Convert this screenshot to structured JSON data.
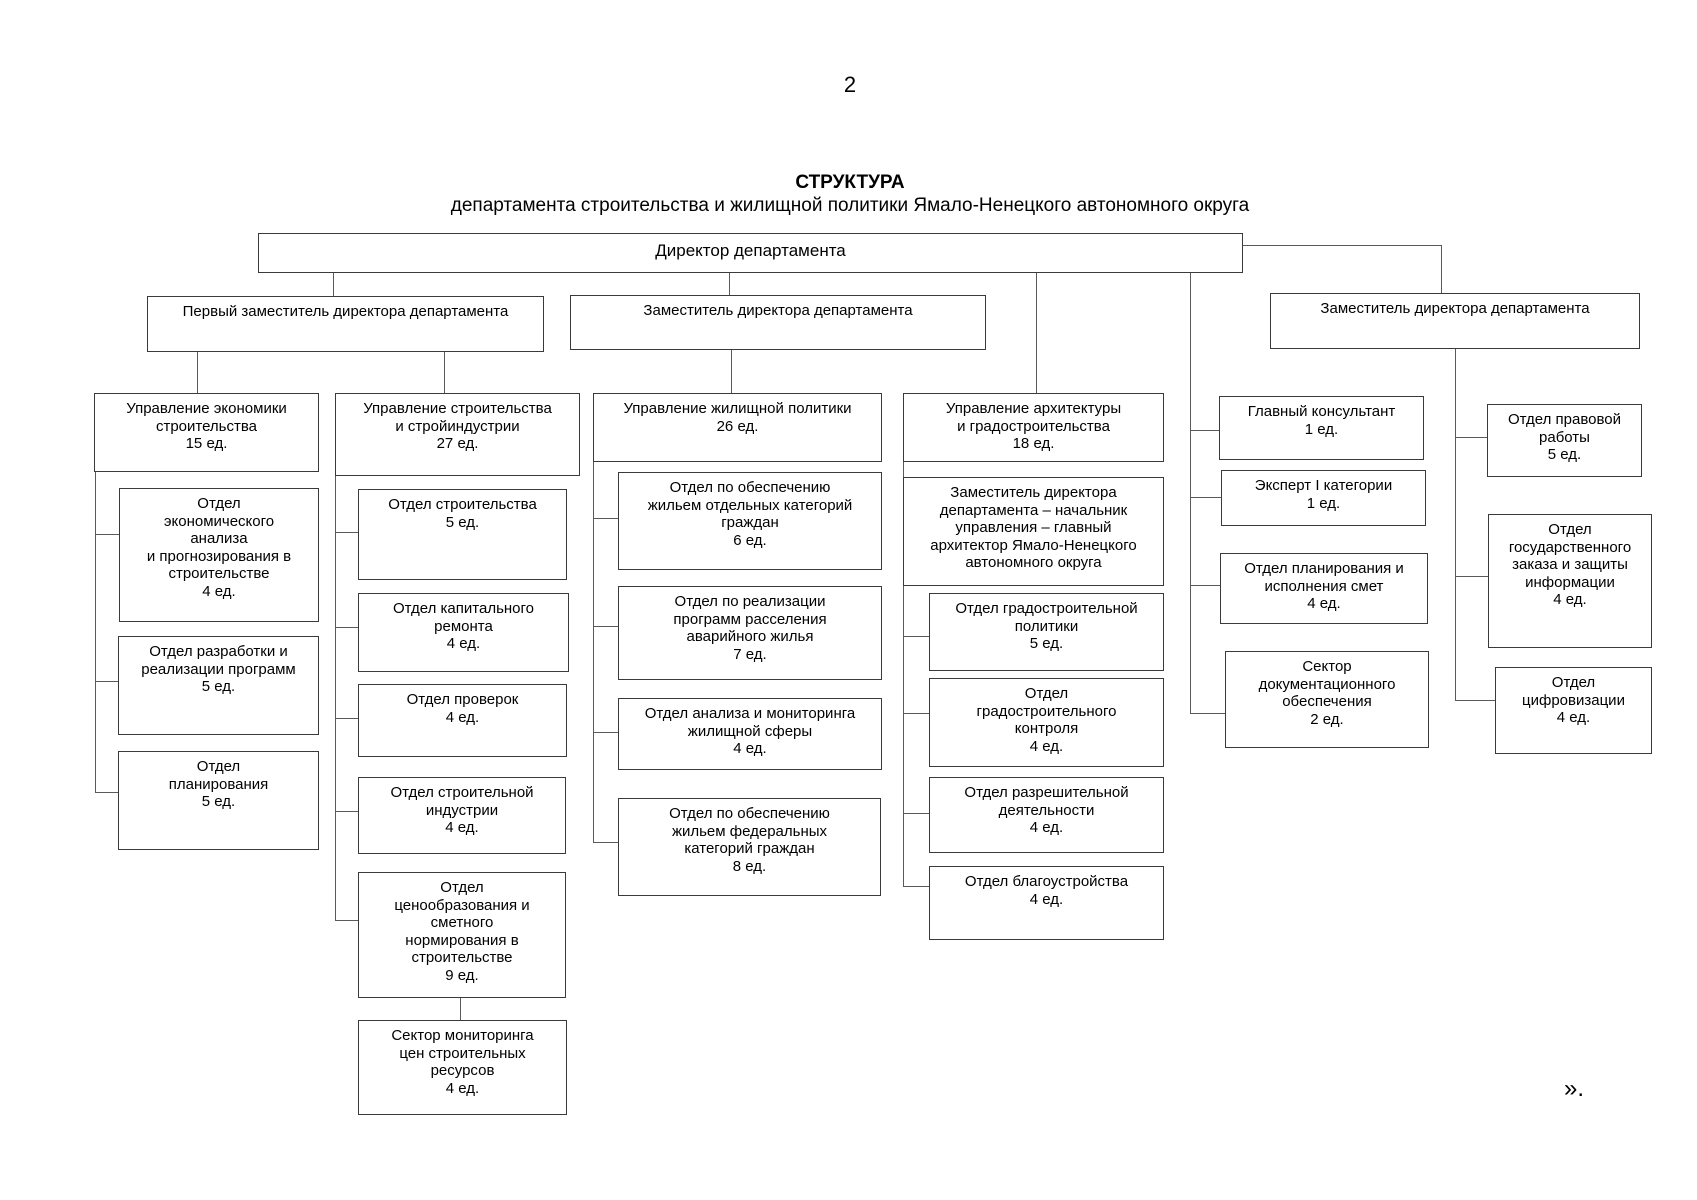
{
  "page_number": "2",
  "title": "СТРУКТУРА",
  "subtitle": "департамента строительства и жилищной политики Ямало-Ненецкого автономного округа",
  "closing_mark": "».",
  "nodes": {
    "director": "Директор департамента",
    "first_deputy": "Первый заместитель директора департамента",
    "deputy_housing": "Заместитель директора департамента",
    "deputy_right": "Заместитель директора департамента",
    "col1": {
      "head": "Управление экономики\nстроительства\n15 ед.",
      "items": [
        "Отдел\nэкономического\nанализа\nи прогнозирования в\nстроительстве\n4 ед.",
        "Отдел разработки и\nреализации программ\n5 ед.",
        "Отдел\nпланирования\n5 ед."
      ]
    },
    "col2": {
      "head": "Управление строительства\nи стройиндустрии\n27 ед.",
      "items": [
        "Отдел строительства\n5 ед.",
        "Отдел капитального\nремонта\n4 ед.",
        "Отдел проверок\n4 ед.",
        "Отдел строительной\nиндустрии\n4 ед.",
        "Отдел\nценообразования и\nсметного\nнормирования в\nстроительстве\n9 ед.",
        "Сектор мониторинга\nцен строительных\nресурсов\n4 ед."
      ]
    },
    "col3": {
      "head": "Управление жилищной политики\n26 ед.",
      "items": [
        "Отдел по обеспечению\nжильем отдельных категорий\nграждан\n6 ед.",
        "Отдел по реализации\nпрограмм расселения\nаварийного жилья\n7 ед.",
        "Отдел анализа и мониторинга\nжилищной сферы\n4 ед.",
        "Отдел по обеспечению\nжильем федеральных\nкатегорий граждан\n8 ед."
      ]
    },
    "col4": {
      "head": "Управление архитектуры\nи градостроительства\n18 ед.",
      "sub_head": "Заместитель директора\nдепартамента – начальник\nуправления – главный\nархитектор Ямало-Ненецкого\nавтономного округа",
      "items": [
        "Отдел градостроительной\nполитики\n5 ед.",
        "Отдел\nградостроительного\nконтроля\n4 ед.",
        "Отдел разрешительной\nдеятельности\n4 ед.",
        "Отдел благоустройства\n4 ед."
      ]
    },
    "col5": {
      "items": [
        "Главный консультант\n1 ед.",
        "Эксперт I категории\n1 ед.",
        "Отдел планирования и\nисполнения смет\n4 ед.",
        "Сектор\nдокументационного\nобеспечения\n2 ед."
      ]
    },
    "col6": {
      "items": [
        "Отдел правовой\nработы\n5 ед.",
        "Отдел\nгосударственного\nзаказа и защиты\nинформации\n4 ед.",
        "Отдел\nцифровизации\n4 ед."
      ]
    }
  }
}
